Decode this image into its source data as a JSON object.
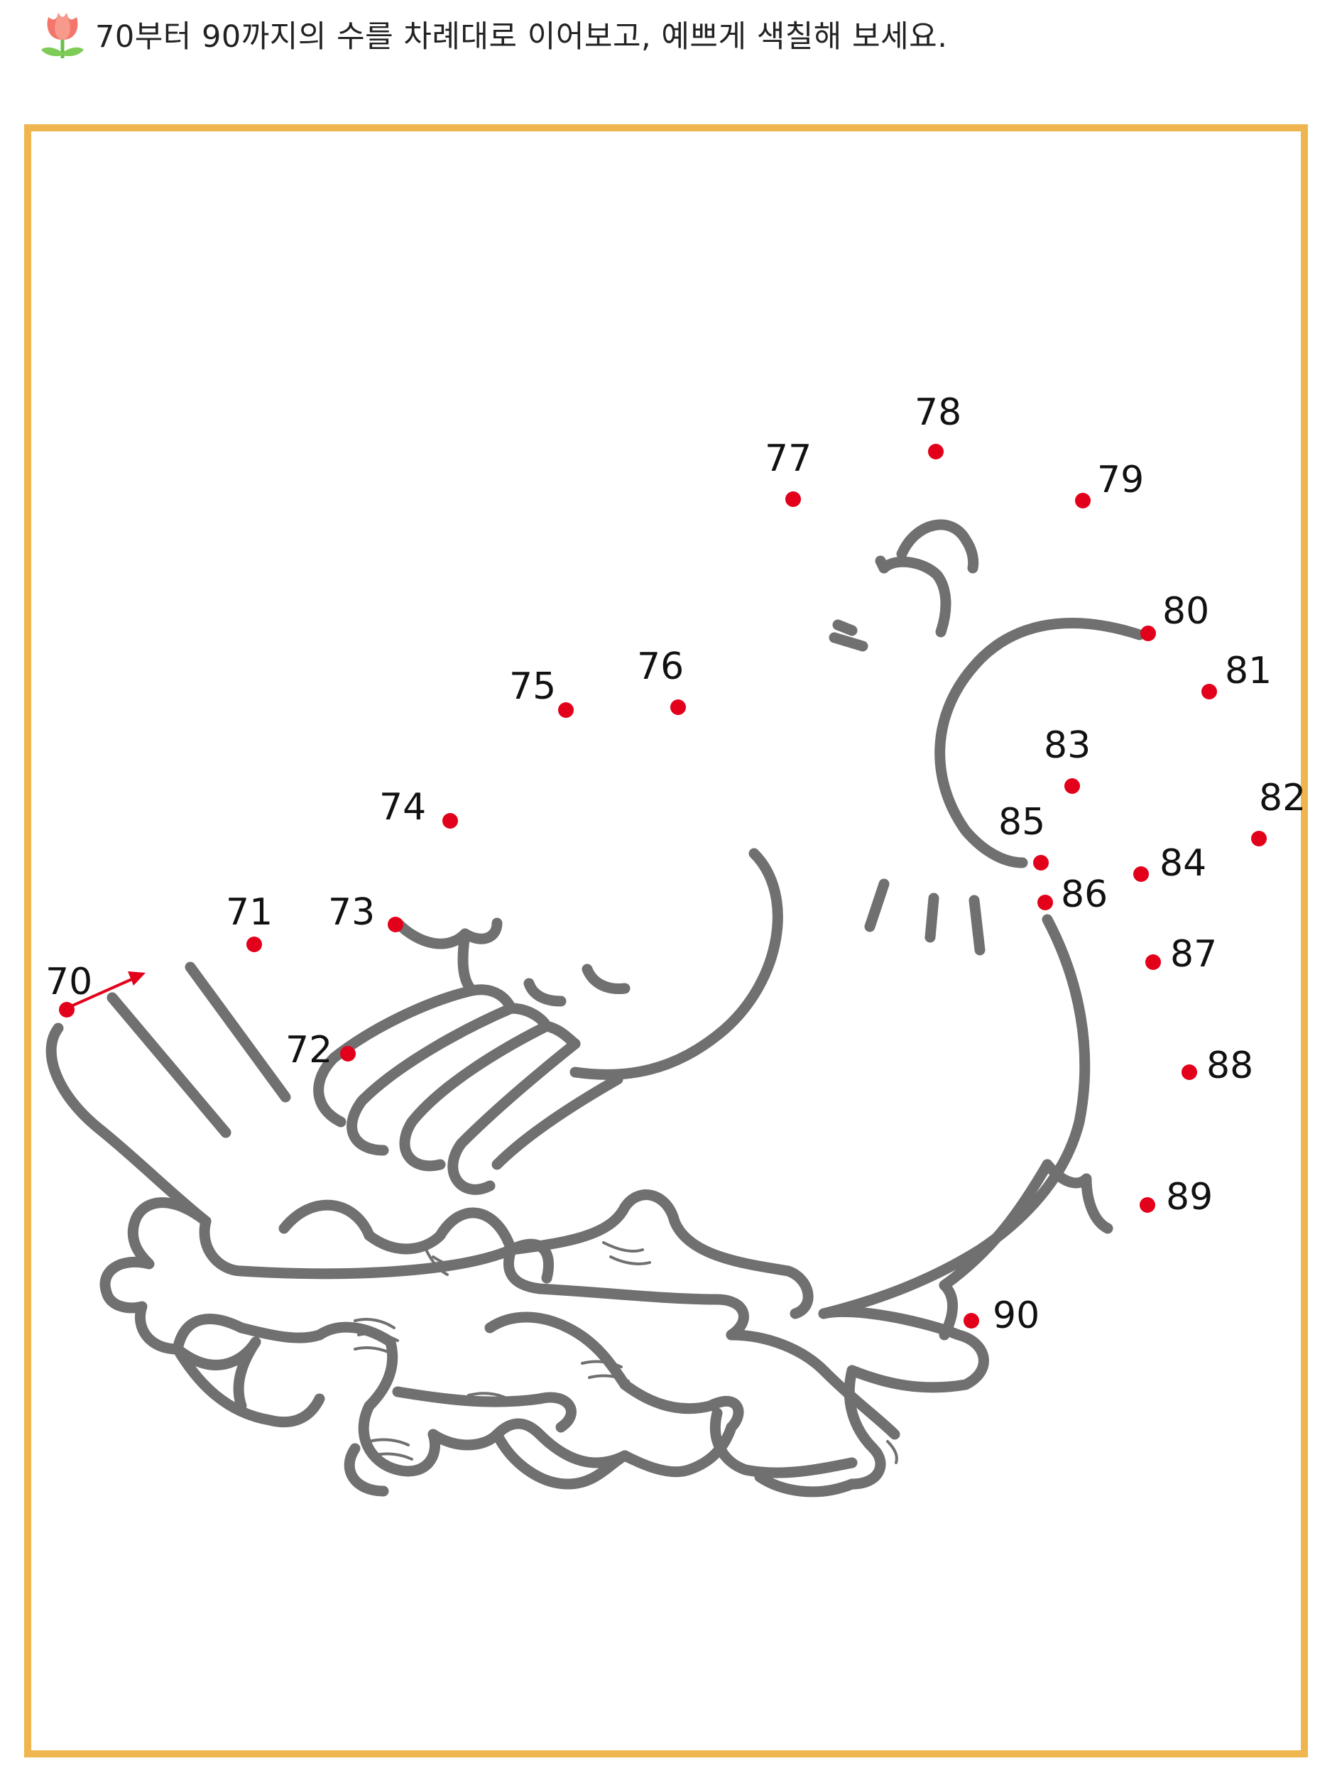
{
  "instruction": {
    "text": "70부터 90까지의 수를 차례대로 이어보고, 예쁘게 색칠해 보세요.",
    "icon": "tulip-icon"
  },
  "colors": {
    "frame": "#efb54f",
    "line": "#707070",
    "dot": "#e2001a",
    "arrow": "#e2001a"
  },
  "dots": [
    {
      "label": "70"
    },
    {
      "label": "71"
    },
    {
      "label": "72"
    },
    {
      "label": "73"
    },
    {
      "label": "74"
    },
    {
      "label": "75"
    },
    {
      "label": "76"
    },
    {
      "label": "77"
    },
    {
      "label": "78"
    },
    {
      "label": "79"
    },
    {
      "label": "80"
    },
    {
      "label": "81"
    },
    {
      "label": "82"
    },
    {
      "label": "83"
    },
    {
      "label": "84"
    },
    {
      "label": "85"
    },
    {
      "label": "86"
    },
    {
      "label": "87"
    },
    {
      "label": "88"
    },
    {
      "label": "89"
    },
    {
      "label": "90"
    }
  ]
}
